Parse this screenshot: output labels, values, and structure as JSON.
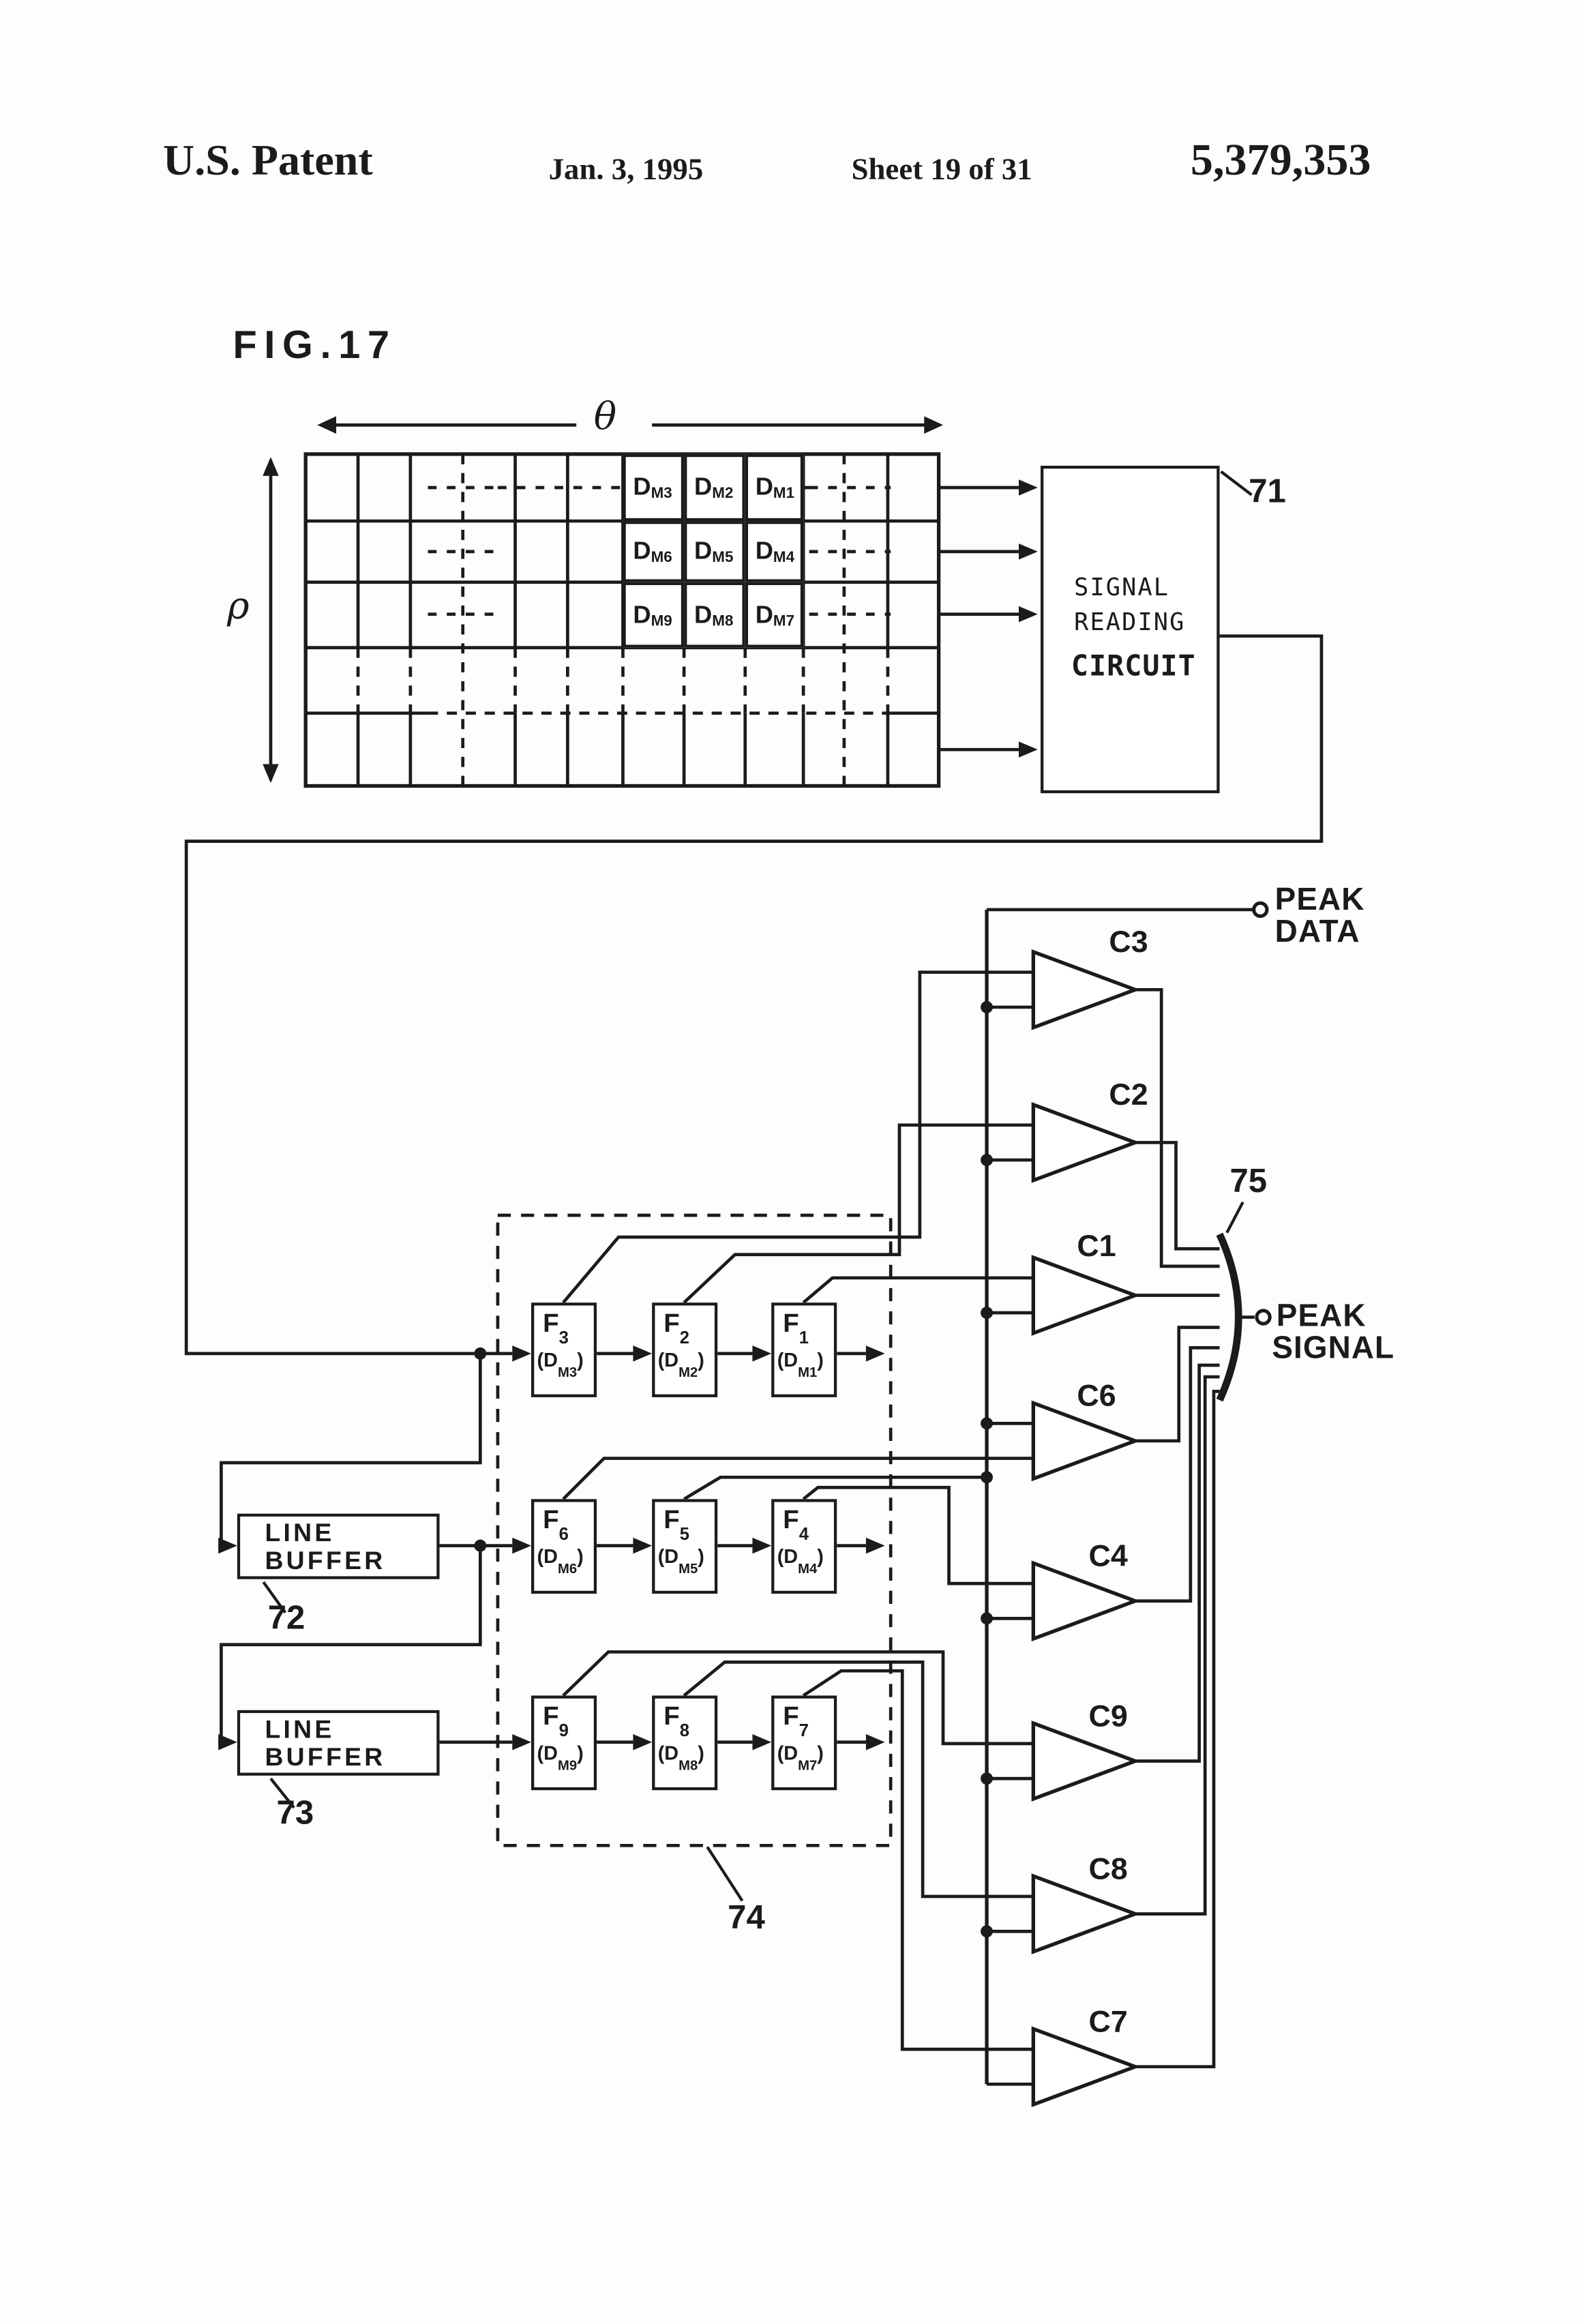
{
  "header": {
    "title": "U.S. Patent",
    "date": "Jan. 3, 1995",
    "sheet": "Sheet 19 of 31",
    "patent_number": "5,379,353"
  },
  "figure_label": "FIG.17",
  "axes": {
    "theta": "θ",
    "rho": "ρ"
  },
  "memory_grid": {
    "cells": [
      {
        "base": "D",
        "sub": "M3"
      },
      {
        "base": "D",
        "sub": "M2"
      },
      {
        "base": "D",
        "sub": "M1"
      },
      {
        "base": "D",
        "sub": "M6"
      },
      {
        "base": "D",
        "sub": "M5"
      },
      {
        "base": "D",
        "sub": "M4"
      },
      {
        "base": "D",
        "sub": "M9"
      },
      {
        "base": "D",
        "sub": "M8"
      },
      {
        "base": "D",
        "sub": "M7"
      }
    ]
  },
  "signal_reading_circuit": {
    "lines": [
      "SIGNAL",
      "READING",
      "CIRCUIT"
    ],
    "ref": "71"
  },
  "line_buffers": [
    {
      "label_1": "LINE",
      "label_2": "BUFFER",
      "ref": "72"
    },
    {
      "label_1": "LINE",
      "label_2": "BUFFER",
      "ref": "73"
    }
  ],
  "window_ref": "74",
  "selector_ref": "75",
  "f_registers": [
    {
      "f": "F",
      "f_sub": "3",
      "d_open": "(D",
      "d_sub": "M3",
      "d_close": ")"
    },
    {
      "f": "F",
      "f_sub": "2",
      "d_open": "(D",
      "d_sub": "M2",
      "d_close": ")"
    },
    {
      "f": "F",
      "f_sub": "1",
      "d_open": "(D",
      "d_sub": "M1",
      "d_close": ")"
    },
    {
      "f": "F",
      "f_sub": "6",
      "d_open": "(D",
      "d_sub": "M6",
      "d_close": ")"
    },
    {
      "f": "F",
      "f_sub": "5",
      "d_open": "(D",
      "d_sub": "M5",
      "d_close": ")"
    },
    {
      "f": "F",
      "f_sub": "4",
      "d_open": "(D",
      "d_sub": "M4",
      "d_close": ")"
    },
    {
      "f": "F",
      "f_sub": "9",
      "d_open": "(D",
      "d_sub": "M9",
      "d_close": ")"
    },
    {
      "f": "F",
      "f_sub": "8",
      "d_open": "(D",
      "d_sub": "M8",
      "d_close": ")"
    },
    {
      "f": "F",
      "f_sub": "7",
      "d_open": "(D",
      "d_sub": "M7",
      "d_close": ")"
    }
  ],
  "comparators": [
    {
      "label": "C3"
    },
    {
      "label": "C2"
    },
    {
      "label": "C1"
    },
    {
      "label": "C6"
    },
    {
      "label": "C4"
    },
    {
      "label": "C9"
    },
    {
      "label": "C8"
    },
    {
      "label": "C7"
    }
  ],
  "outputs": {
    "peak_data": [
      "PEAK",
      "DATA"
    ],
    "peak_signal": [
      "PEAK",
      "SIGNAL"
    ]
  }
}
